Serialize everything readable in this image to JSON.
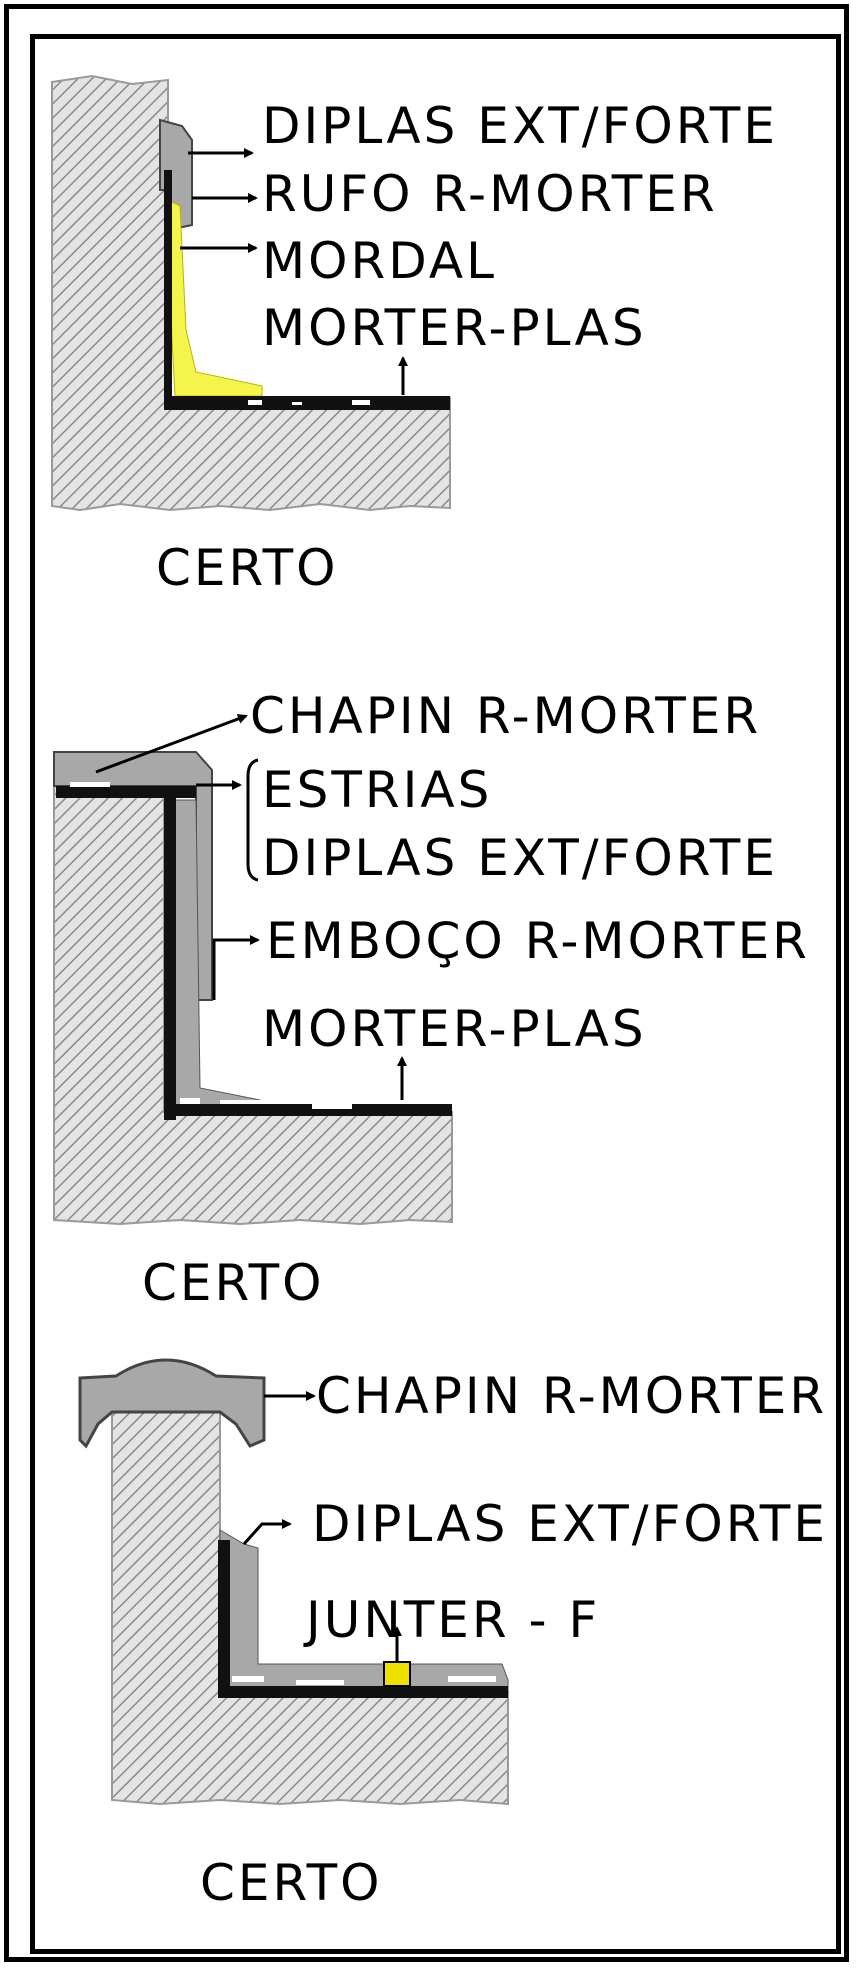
{
  "sections": [
    {
      "labels": [
        "DIPLAS EXT/FORTE",
        "RUFO R-MORTER",
        "MORDAL",
        "MORTER-PLAS"
      ],
      "caption": "CERTO"
    },
    {
      "labels": [
        "CHAPIN R-MORTER",
        "ESTRIAS",
        "DIPLAS EXT/FORTE",
        "EMBOÇO R-MORTER",
        "MORTER-PLAS"
      ],
      "caption": "CERTO"
    },
    {
      "labels": [
        "CHAPIN R-MORTER",
        "DIPLAS EXT/FORTE",
        "JUNTER - F"
      ],
      "caption": "CERTO"
    }
  ],
  "colors": {
    "hatch_bg": "#e4e4e4",
    "hatch_line": "#8a8a8a",
    "membrane": "#111111",
    "flashing_gray": "#a8a8a8",
    "mordal_yellow": "#f4f44a",
    "joint_yellow": "#f0e000"
  },
  "icons": [
    "arrow-right-icon",
    "arrow-up-icon",
    "bracket-icon"
  ]
}
